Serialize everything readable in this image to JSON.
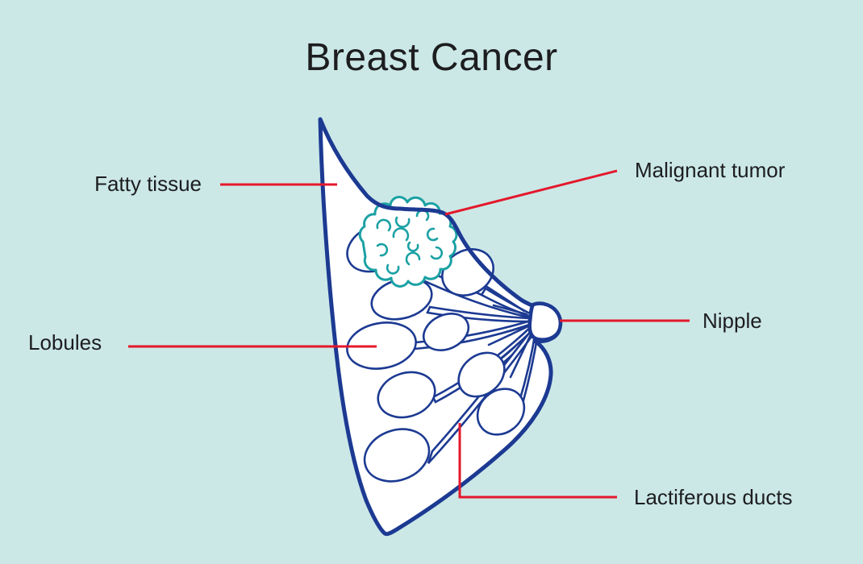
{
  "diagram": {
    "title": "Breast Cancer",
    "type": "anatomical-illustration",
    "labels": {
      "fatty_tissue": "Fatty tissue",
      "malignant_tumor": "Malignant tumor",
      "lobules": "Lobules",
      "nipple": "Nipple",
      "lactiferous_ducts": "Lactiferous ducts"
    },
    "colors": {
      "background": "#cbe8e7",
      "breast_outline": "#1c3a92",
      "tumor": "#1ba1a4",
      "leader_lines": "#e4182b",
      "text": "#1d1d1f",
      "fill": "#ffffff"
    }
  }
}
